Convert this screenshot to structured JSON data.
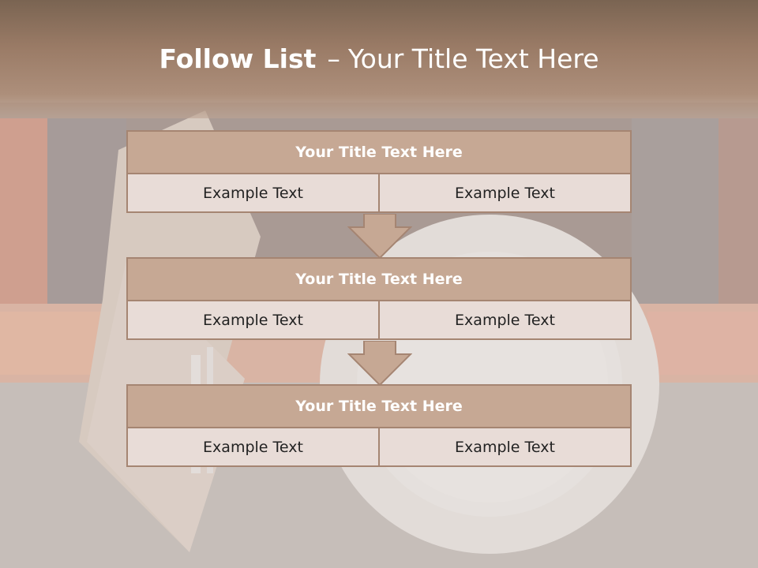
{
  "slide": {
    "title_bold": "Follow List",
    "title_dash": "–",
    "title_rest": "Your Title Text Here"
  },
  "blocks": [
    {
      "title": "Your Title Text Here",
      "cells": [
        "Example Text",
        "Example Text"
      ]
    },
    {
      "title": "Your Title Text Here",
      "cells": [
        "Example Text",
        "Example Text"
      ]
    },
    {
      "title": "Your Title Text Here",
      "cells": [
        "Example Text",
        "Example Text"
      ]
    }
  ],
  "colors": {
    "header_fill": "#c6a894",
    "border": "#a58572",
    "cell_fill": "#e8dcd7",
    "arrow_fill": "#c6a894"
  }
}
